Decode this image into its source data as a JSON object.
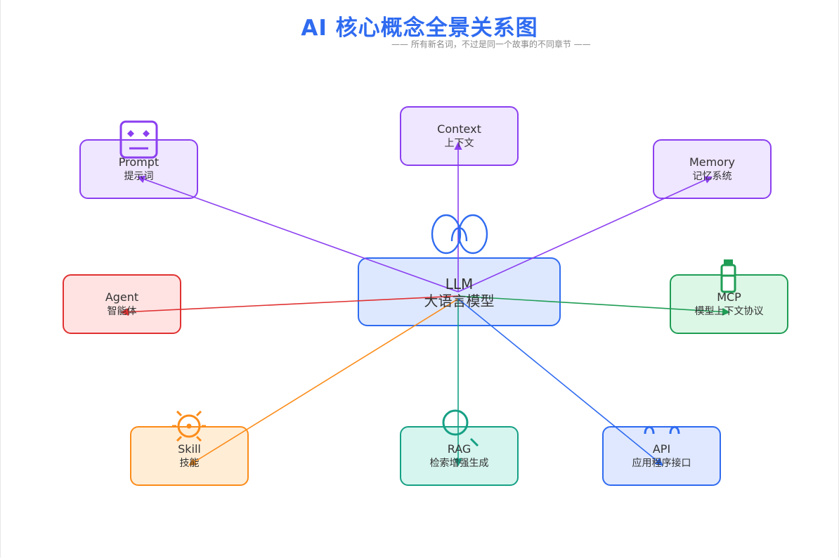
{
  "header": {
    "title": "AI 核心概念全景关系图",
    "subtitle": "—— 所有新名词，不过是同一个故事的不同章节 ——"
  },
  "center": {
    "en": "LLM",
    "zh": "大语言模型"
  },
  "nodes": {
    "prompt": {
      "en": "Prompt",
      "zh": "提示词",
      "color": "#8b3ff0",
      "fill": "#efe6ff"
    },
    "context": {
      "en": "Context",
      "zh": "上下文",
      "color": "#8b3ff0",
      "fill": "#efe6ff"
    },
    "memory": {
      "en": "Memory",
      "zh": "记忆系统",
      "color": "#8b3ff0",
      "fill": "#efe6ff"
    },
    "agent": {
      "en": "Agent",
      "zh": "智能体",
      "color": "#e03131",
      "fill": "#ffe3e3"
    },
    "mcp": {
      "en": "MCP",
      "zh": "模型上下文协议",
      "color": "#1f9d55",
      "fill": "#dcf7e6"
    },
    "skill": {
      "en": "Skill",
      "zh": "技能",
      "color": "#fb8c1a",
      "fill": "#ffedd6"
    },
    "rag": {
      "en": "RAG",
      "zh": "检索增强生成",
      "color": "#16a085",
      "fill": "#d5f5ee"
    },
    "api": {
      "en": "API",
      "zh": "应用程序接口",
      "color": "#2f6bf0",
      "fill": "#dfe8ff"
    }
  },
  "colors": {
    "center": "#2f6bf0",
    "center_fill": "#dde8ff",
    "title": "#2f6bf0"
  }
}
